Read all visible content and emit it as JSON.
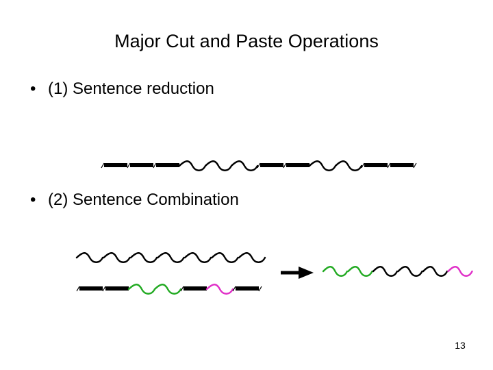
{
  "slide": {
    "title": "Major Cut and Paste Operations",
    "bullets": [
      {
        "marker": "•",
        "text": "(1) Sentence reduction"
      },
      {
        "marker": "•",
        "text": "(2) Sentence Combination"
      }
    ],
    "page_number": "13"
  },
  "colors": {
    "text": "#000000",
    "green": "#22aa22",
    "magenta": "#e030c8"
  }
}
